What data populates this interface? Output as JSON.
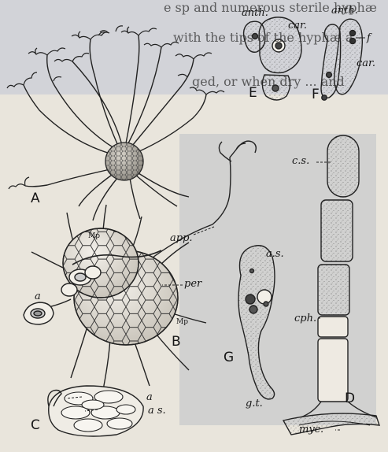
{
  "background_text": {
    "line_1": "e sp     and  numerous  sterile  hyphæ",
    "line_2": "with  the  tips  of the  hyphæ  a",
    "line_3": "ged, or when  dry  ...  and"
  },
  "figure_labels": {
    "A": "A",
    "B": "B",
    "C": "C",
    "D": "D",
    "E": "E",
    "F": "F",
    "G": "G"
  },
  "annotations": {
    "anth_e": "anth.",
    "car_e": "car.",
    "anth_f": "anth.",
    "f": "f",
    "car_f": "car.",
    "cs": "c.s.",
    "app": "app.",
    "per": "per",
    "a_b": "a",
    "as_g": "a.s.",
    "cph": "cph.",
    "gt": "g.t.",
    "a_c": "a",
    "as_c": "a s.",
    "myc": "myc."
  },
  "monograms": {
    "top": "Mp",
    "mid": "Mp"
  }
}
